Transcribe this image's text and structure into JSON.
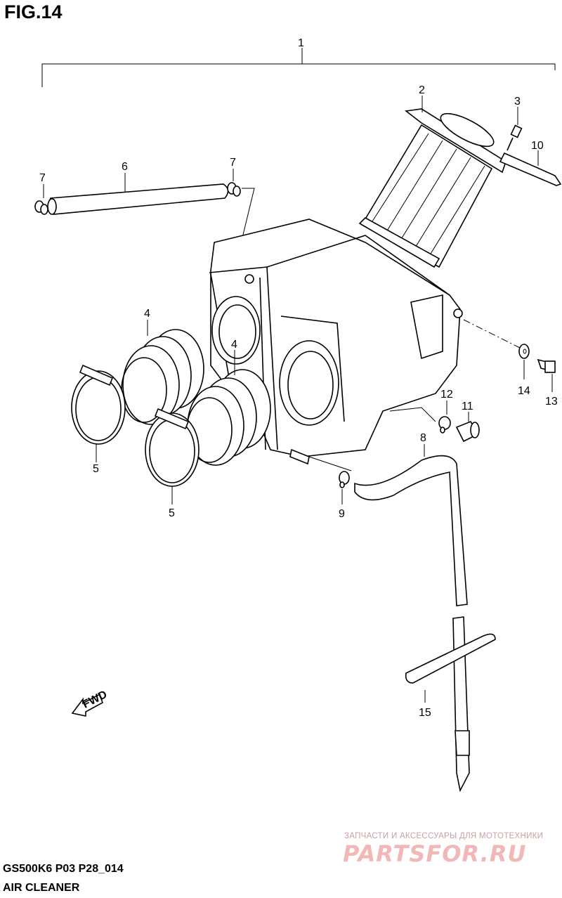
{
  "figure": {
    "label": "FIG.14",
    "model_code": "GS500K6 P03 P28_014",
    "section_title": "AIR CLEANER"
  },
  "callouts": {
    "c1": "1",
    "c2": "2",
    "c3": "3",
    "c4a": "4",
    "c4b": "4",
    "c5a": "5",
    "c5b": "5",
    "c6": "6",
    "c7a": "7",
    "c7b": "7",
    "c8": "8",
    "c9": "9",
    "c10": "10",
    "c11": "11",
    "c12": "12",
    "c13": "13",
    "c14": "14",
    "c15": "15"
  },
  "fwd_marker": "FWD",
  "watermark": {
    "tagline": "ЗАПЧАСТИ И АКСЕССУАРЫ ДЛЯ МОТОТЕХНИКИ",
    "logo": "PARTSFOR.RU"
  }
}
